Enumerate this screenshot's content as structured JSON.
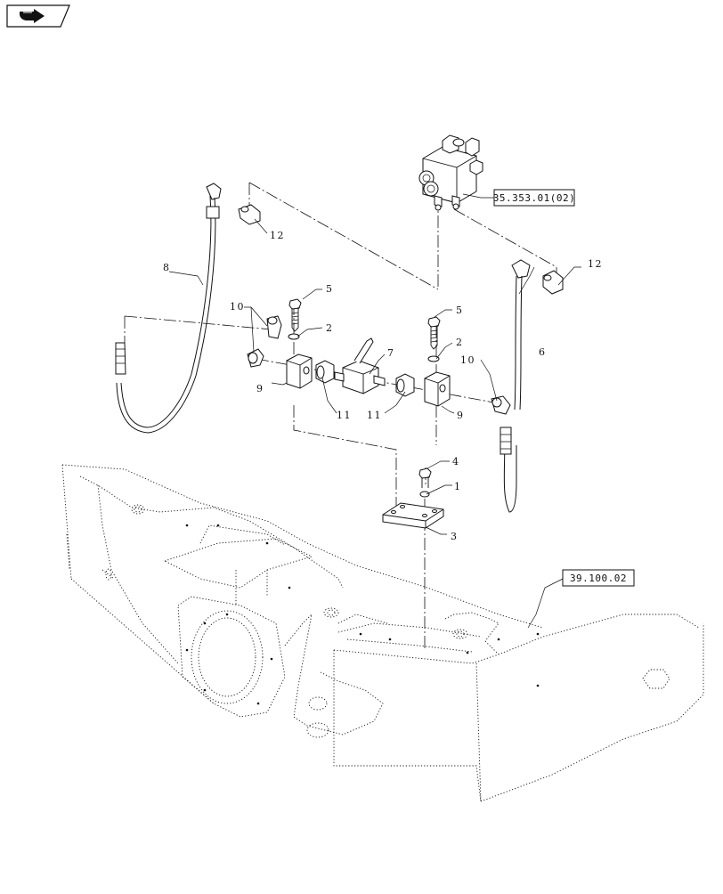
{
  "nav": {
    "icon": "page-navigation-arrow-icon"
  },
  "references": {
    "valve_ref": "35.353.01(02)",
    "frame_ref": "39.100.02"
  },
  "callouts": {
    "c1": "1",
    "c2a": "2",
    "c2b": "2",
    "c3": "3",
    "c4": "4",
    "c5a": "5",
    "c5b": "5",
    "c6": "6",
    "c7": "7",
    "c8": "8",
    "c9a": "9",
    "c9b": "9",
    "c10a": "10",
    "c10b": "10",
    "c11a": "11",
    "c11b": "11",
    "c12a": "12",
    "c12b": "12"
  }
}
